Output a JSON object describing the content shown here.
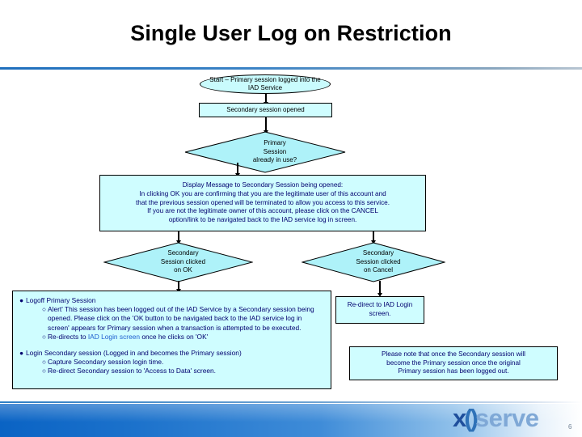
{
  "slide": {
    "title": "Single User Log on Restriction",
    "page_number": "6",
    "logo": {
      "part1": "x",
      "part2": "()",
      "part3": "serve"
    },
    "colors": {
      "shape_fill": "#CFFDFF",
      "diamond_fill": "#AEF2F9",
      "text_blue": "#00006F",
      "accent_blue": "#1F6FBD",
      "link_blue": "#1F5FD0"
    }
  },
  "flow": {
    "start": "Start – Primary session logged into the IAD Service",
    "secondary_opened": "Secondary session opened",
    "decision_primary": {
      "line1": "Primary",
      "line2": "Session",
      "line3": "already in use?"
    },
    "message_box": {
      "line1": "Display Message to Secondary Session being opened:",
      "line2": "In clicking OK you are confirming that you are the legitimate user of this account and",
      "line3": "that the previous session opened  will be terminated to allow you access to this service.",
      "line4": "If you are not the legitimate owner of this account, please click on the CANCEL",
      "line5": "option/link to be navigated back to the IAD service log in screen."
    },
    "decision_ok": {
      "line1": "Secondary",
      "line2": "Session clicked",
      "line3": "on OK"
    },
    "decision_cancel": {
      "line1": "Secondary",
      "line2": "Session clicked",
      "line3": "on Cancel"
    },
    "outcome_ok": {
      "bullet1": "Logoff Primary Session",
      "sub1": "Alert' This session has been logged out of the IAD Service by a Secondary session being opened. Please click on the 'OK button to be navigated back to the IAD service log in screen' appears for Primary session when a transaction is attempted to be executed.",
      "sub2_prefix": "Re-directs to ",
      "sub2_link": "IAD Login screen",
      "sub2_suffix": " once he clicks on 'OK'",
      "bullet2": "Login Secondary session (Logged in and becomes the Primary session)",
      "sub3": "Capture Secondary session login time.",
      "sub4": "Re-direct Secondary session to 'Access to Data' screen."
    },
    "outcome_cancel": {
      "line1": "Re-direct to IAD Login",
      "line2": "screen."
    },
    "note": {
      "line1": "Please note that once the Secondary session  will",
      "line2": "become the Primary session once the original",
      "line3": "Primary session has been logged out."
    }
  }
}
